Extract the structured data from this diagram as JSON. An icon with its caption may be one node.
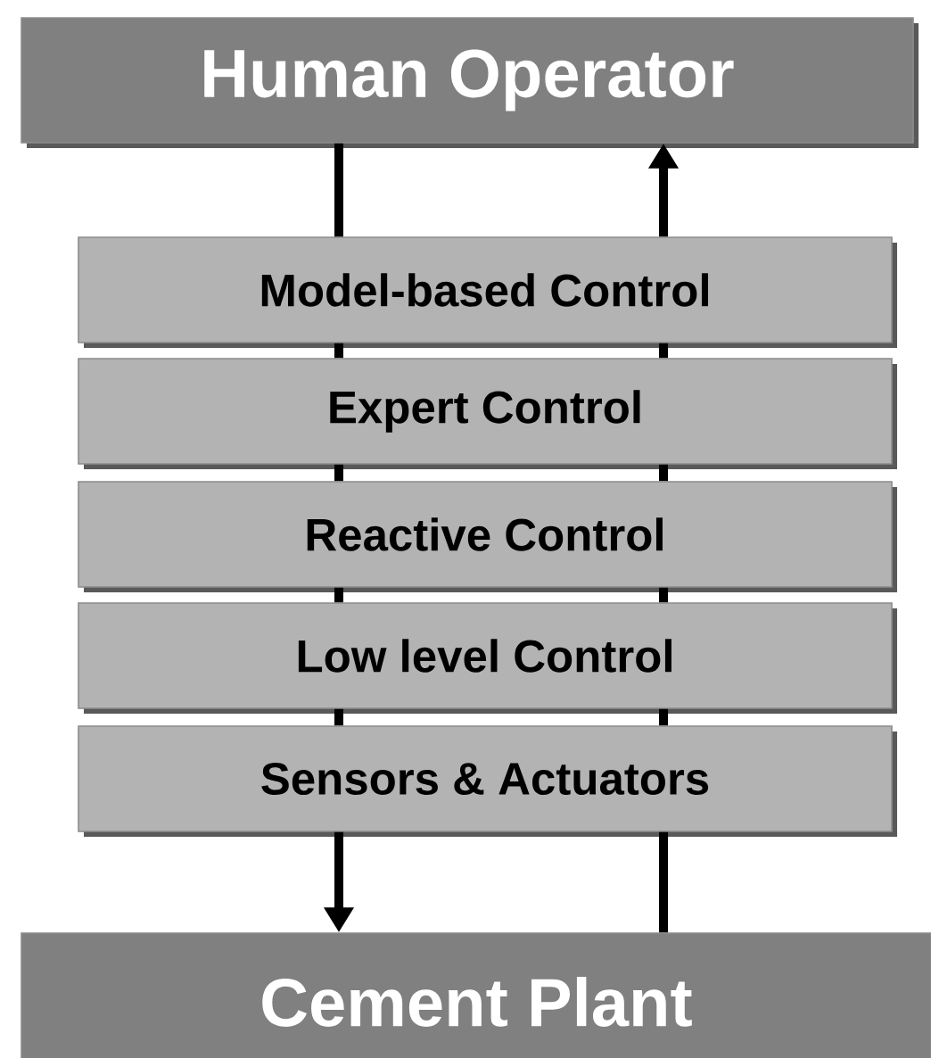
{
  "diagram": {
    "nodes": [
      {
        "text": [
          "Human Operator"
        ]
      },
      {
        "text": [
          "Model-based Control"
        ]
      },
      {
        "text": [
          "Expert Control"
        ]
      },
      {
        "text": [
          "Reactive Control"
        ]
      },
      {
        "text": [
          "Low level Control"
        ]
      },
      {
        "text": [
          "Sensors & Actuators"
        ]
      },
      {
        "text": [
          "Cement Plant"
        ]
      }
    ],
    "edges": [
      {
        "from": 0,
        "to": 1,
        "arrow": "none"
      },
      {
        "from": 1,
        "to": 2,
        "arrow": "none"
      },
      {
        "from": 2,
        "to": 3,
        "arrow": "none"
      },
      {
        "from": 3,
        "to": 4,
        "arrow": "none"
      },
      {
        "from": 4,
        "to": 5,
        "arrow": "none"
      },
      {
        "from": 5,
        "to": 6,
        "arrow": "to"
      },
      {
        "from": 6,
        "to": 5,
        "arrow": "none"
      },
      {
        "from": 5,
        "to": 4,
        "arrow": "none"
      },
      {
        "from": 4,
        "to": 3,
        "arrow": "none"
      },
      {
        "from": 3,
        "to": 2,
        "arrow": "none"
      },
      {
        "from": 2,
        "to": 1,
        "arrow": "none"
      },
      {
        "from": 1,
        "to": 0,
        "arrow": "to"
      }
    ]
  }
}
